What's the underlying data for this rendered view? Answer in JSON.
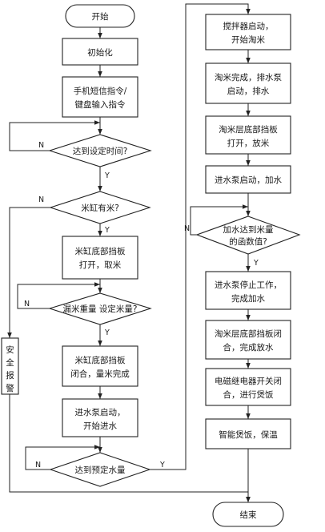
{
  "flowchart": {
    "nodes": {
      "start": [
        "开始"
      ],
      "init": [
        "初始化"
      ],
      "input": [
        "手机短信指令/",
        "键盘输入指令"
      ],
      "time_check": [
        "达到设定时间?"
      ],
      "rice_check": [
        "米缸有米?"
      ],
      "open_tank": [
        "米缸底部挡板",
        "打开，取米"
      ],
      "weight_check": [
        "漏米重量  设定米量?"
      ],
      "close_tank": [
        "米缸底部挡板",
        "闭合，量米完成"
      ],
      "water_on": [
        "进水泵启动，",
        "开始进水"
      ],
      "water_level": [
        "达到预定水量"
      ],
      "alarm": [
        "安",
        "全",
        "报",
        "警"
      ],
      "stir": [
        "搅拌器启动，",
        "开始淘米"
      ],
      "drain": [
        "淘米完成，排水泵",
        "启动，排水"
      ],
      "open_wash": [
        "淘米层底部挡板",
        "打开，放米"
      ],
      "add_water": [
        "进水泵启动，加水"
      ],
      "volume_check": [
        "加水达到米量",
        "的函数值?"
      ],
      "pump_stop": [
        "进水泵停止工作，",
        "完成加水"
      ],
      "close_wash": [
        "淘米层底部挡板闭",
        "合，完成放水"
      ],
      "relay": [
        "电磁继电器开关闭",
        "合，进行煲饭"
      ],
      "keep_warm": [
        "智能煲饭，保温"
      ],
      "end": [
        "结束"
      ]
    },
    "labels": {
      "yes": "Y",
      "no": "N"
    }
  }
}
